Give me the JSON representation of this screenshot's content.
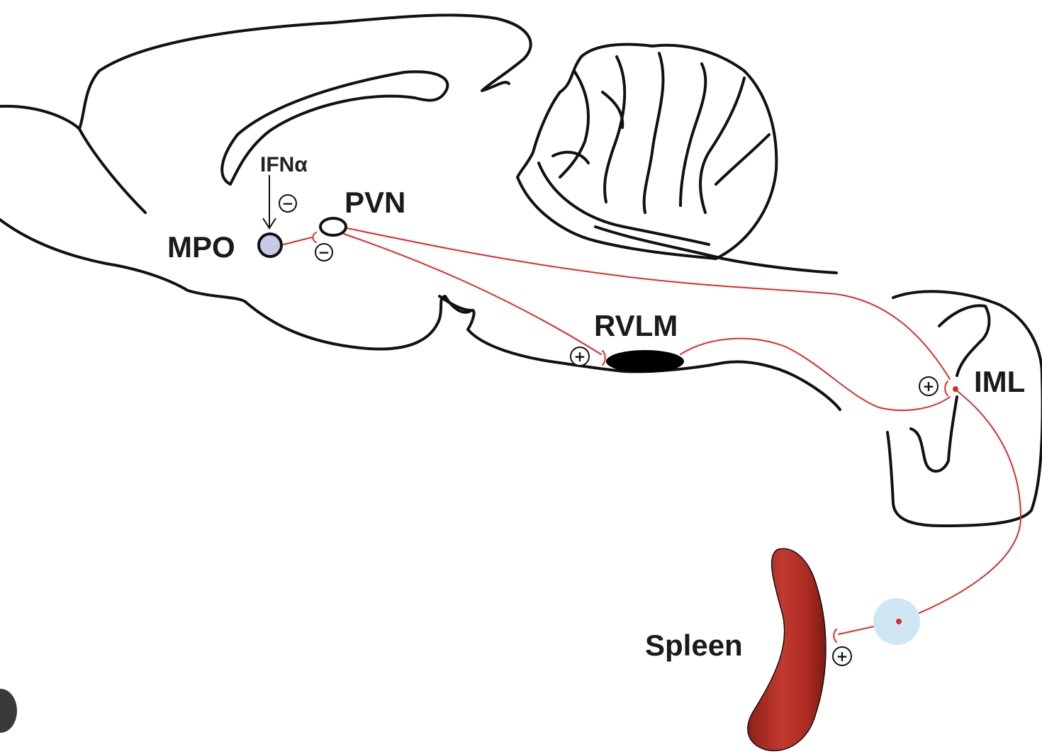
{
  "labels": {
    "ifn": "IFNα",
    "pvn": "PVN",
    "mpo": "MPO",
    "rvlm": "RVLM",
    "iml": "IML",
    "spleen": "Spleen"
  },
  "signs": {
    "ifn_to_mpo": "−",
    "mpo_to_pvn": "−",
    "pvn_to_rvlm": "+",
    "to_iml": "+",
    "to_spleen": "+"
  },
  "colors": {
    "outline": "#111111",
    "nerve": "#e02a2a",
    "mpo_nucleus": "#c9c9e6",
    "rvlm_nucleus": "#000000",
    "spleen": "#b8322a",
    "ganglion": "#cfe7f5"
  }
}
